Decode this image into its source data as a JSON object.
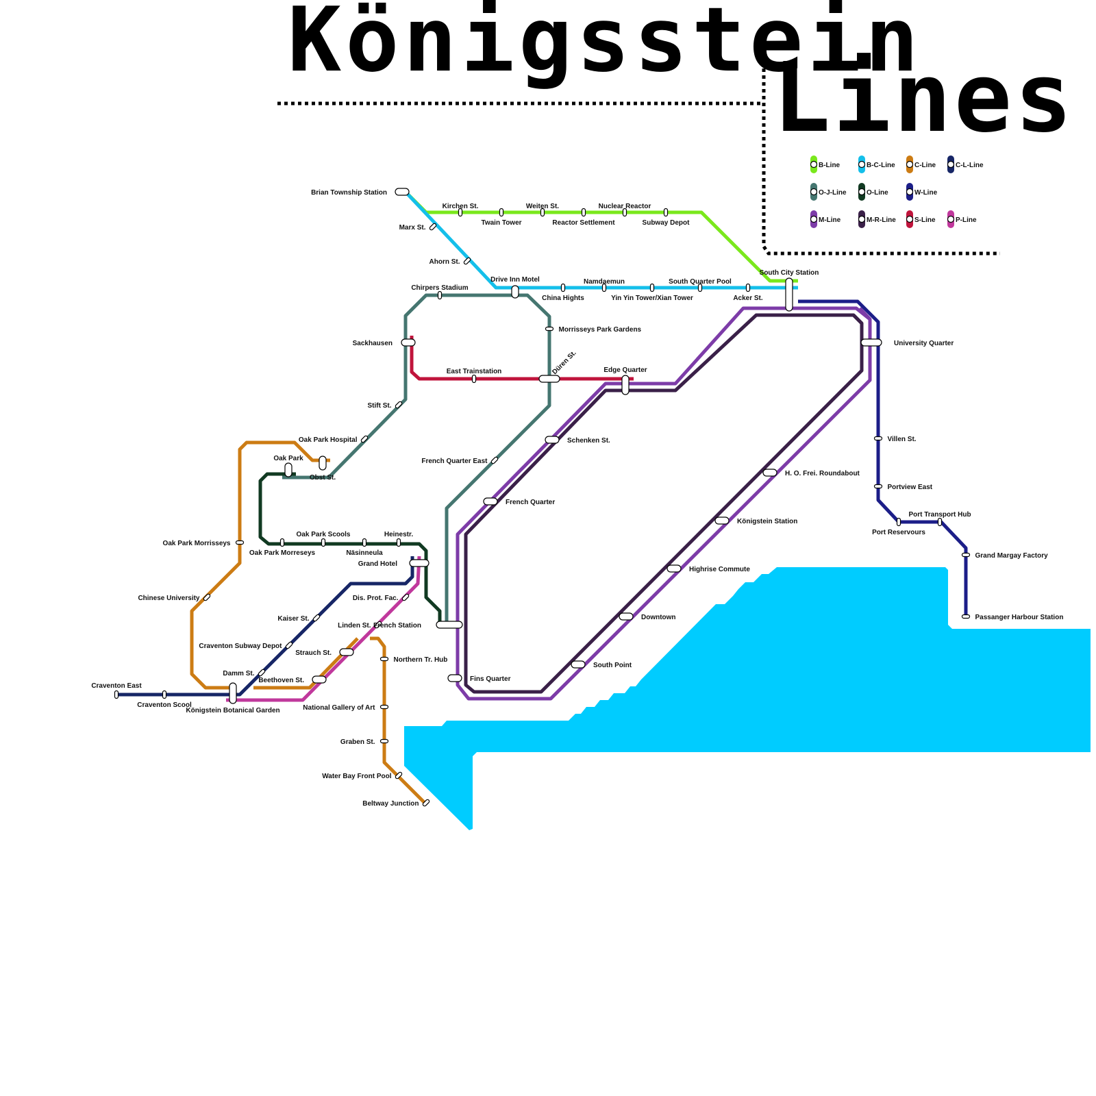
{
  "title": "Königsstein",
  "subtitle": "Lines",
  "colors": {
    "water": "#00CCFF",
    "B": "#7AE81C",
    "BC": "#14BFEA",
    "C": "#CC7C14",
    "CL": "#172666",
    "OJ": "#457670",
    "O": "#113A22",
    "W": "#1C1E88",
    "M": "#7D3CA8",
    "MR": "#3A2048",
    "S": "#C0143C",
    "P": "#C0389C"
  },
  "legend": [
    {
      "key": "B",
      "label": "B-Line"
    },
    {
      "key": "BC",
      "label": "B-C-Line"
    },
    {
      "key": "C",
      "label": "C-Line"
    },
    {
      "key": "CL",
      "label": "C-L-Line"
    },
    {
      "key": "OJ",
      "label": "O-J-Line"
    },
    {
      "key": "O",
      "label": "O-Line"
    },
    {
      "key": "W",
      "label": "W-Line"
    },
    {
      "key": "M",
      "label": "M-Line"
    },
    {
      "key": "MR",
      "label": "M-R-Line"
    },
    {
      "key": "S",
      "label": "S-Line"
    },
    {
      "key": "P",
      "label": "P-Line"
    }
  ],
  "stations": [
    "Brian Township Station",
    "Kirchen St.",
    "Twain Tower",
    "Weiten St.",
    "Reactor Settlement",
    "Nuclear Reactor",
    "Subway Depot",
    "Marx St.",
    "Ahorn St.",
    "Drive Inn Motel",
    "China Hights",
    "Namdaemun",
    "Yin Yin Tower/Xian Tower",
    "South Quarter Pool",
    "Acker St.",
    "South City Station",
    "Chirpers Stadium",
    "Morrisseys Park Gardens",
    "Sackhausen",
    "East Trainstation",
    "Düren St.",
    "Edge Quarter",
    "Stift St.",
    "Oak Park Hospital",
    "Oak Park",
    "Obst St.",
    "French Quarter East",
    "Schenken St.",
    "French Quarter",
    "University Quarter",
    "Villen St.",
    "Portview East",
    "Port Transport Hub",
    "Port Reservours",
    "Grand Margay Factory",
    "Passanger Harbour Station",
    "H. O. Frei. Roundabout",
    "Königstein Station",
    "Highrise Commute",
    "Downtown",
    "South Point",
    "Fins Quarter",
    "Oak Park Morrisseys",
    "Oak Park Scools",
    "Oak Park Morreseys",
    "Näsinneula",
    "Heinestr.",
    "Grand Hotel",
    "Chinese University",
    "Dis. Prot. Fac.",
    "Kaiser St.",
    "Linden St.",
    "French Station",
    "Craventon Subway Depot",
    "Strauch St.",
    "Northern Tr. Hub",
    "Damm St.",
    "Beethoven St.",
    "Craventon East",
    "Craventon Scool",
    "Königstein Botanical Garden",
    "National Gallery of Art",
    "Graben St.",
    "Water Bay Front Pool",
    "Beltway Junction"
  ]
}
